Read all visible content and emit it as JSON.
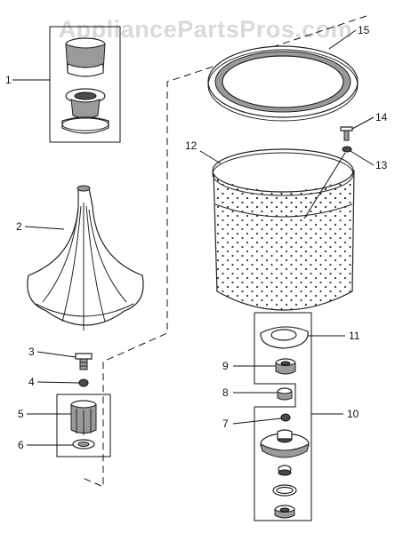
{
  "watermark": "AppliancePartsPros.com",
  "callouts": {
    "n1": "1",
    "n2": "2",
    "n3": "3",
    "n4": "4",
    "n5": "5",
    "n6": "6",
    "n7": "7",
    "n8": "8",
    "n9": "9",
    "n10": "10",
    "n11": "11",
    "n12": "12",
    "n13": "13",
    "n14": "14",
    "n15": "15"
  }
}
